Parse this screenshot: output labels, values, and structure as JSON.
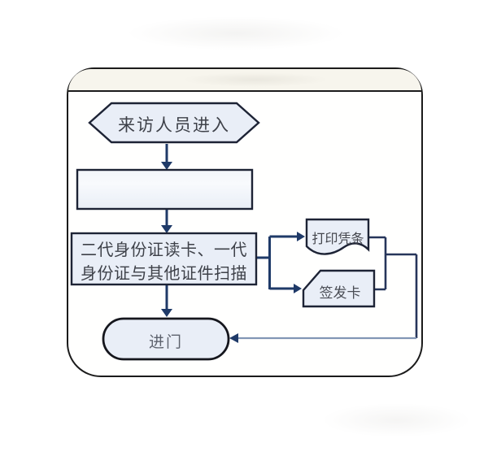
{
  "diagram": {
    "type": "flowchart",
    "title": "",
    "nodes": {
      "start": {
        "shape": "hexagon",
        "label": "来访人员进入"
      },
      "blank": {
        "shape": "process",
        "label": ""
      },
      "scan": {
        "shape": "process",
        "label": "二代身份证读卡、一代身份证与其他证件扫描",
        "label_line1": "二代身份证读卡、一代",
        "label_line2": "身份证与其他证件扫描"
      },
      "print": {
        "shape": "document",
        "label": "打印凭条"
      },
      "issue": {
        "shape": "card",
        "label": "签发卡"
      },
      "enter": {
        "shape": "terminator",
        "label": "进门"
      }
    },
    "edges": [
      {
        "from": "start",
        "to": "blank"
      },
      {
        "from": "blank",
        "to": "scan"
      },
      {
        "from": "scan",
        "to": "print"
      },
      {
        "from": "scan",
        "to": "issue"
      },
      {
        "from": "scan",
        "to": "enter"
      },
      {
        "from": "print",
        "to": "enter"
      },
      {
        "from": "issue",
        "to": "enter"
      }
    ],
    "colors": {
      "node_fill": "#e9eef7",
      "blank_fill_top": "#f6f8fc",
      "blank_fill_bottom": "#e9eef6",
      "node_border": "#1d2335",
      "arrow": "#1f3a68",
      "merge_line": "#26355a",
      "return_line": "#8296b5",
      "panel_border": "#1b1b1b",
      "titlebar_fill": "#f7f5ed",
      "text": "#3e4149"
    }
  }
}
